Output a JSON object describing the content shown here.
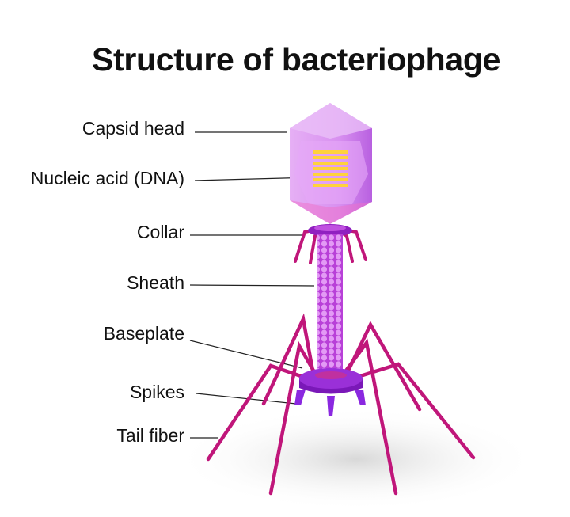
{
  "title": "Structure of bacteriophage",
  "labels": {
    "capsid_head": "Capsid head",
    "nucleic_acid": "Nucleic acid (DNA)",
    "collar": "Collar",
    "sheath": "Sheath",
    "baseplate": "Baseplate",
    "spikes": "Spikes",
    "tail_fiber": "Tail fiber"
  },
  "colors": {
    "capsid": "#d88ef0",
    "dna": "#ffd23c",
    "sheath": "#c050e0",
    "baseplate": "#8a1fc8",
    "fiber": "#c0167a"
  }
}
